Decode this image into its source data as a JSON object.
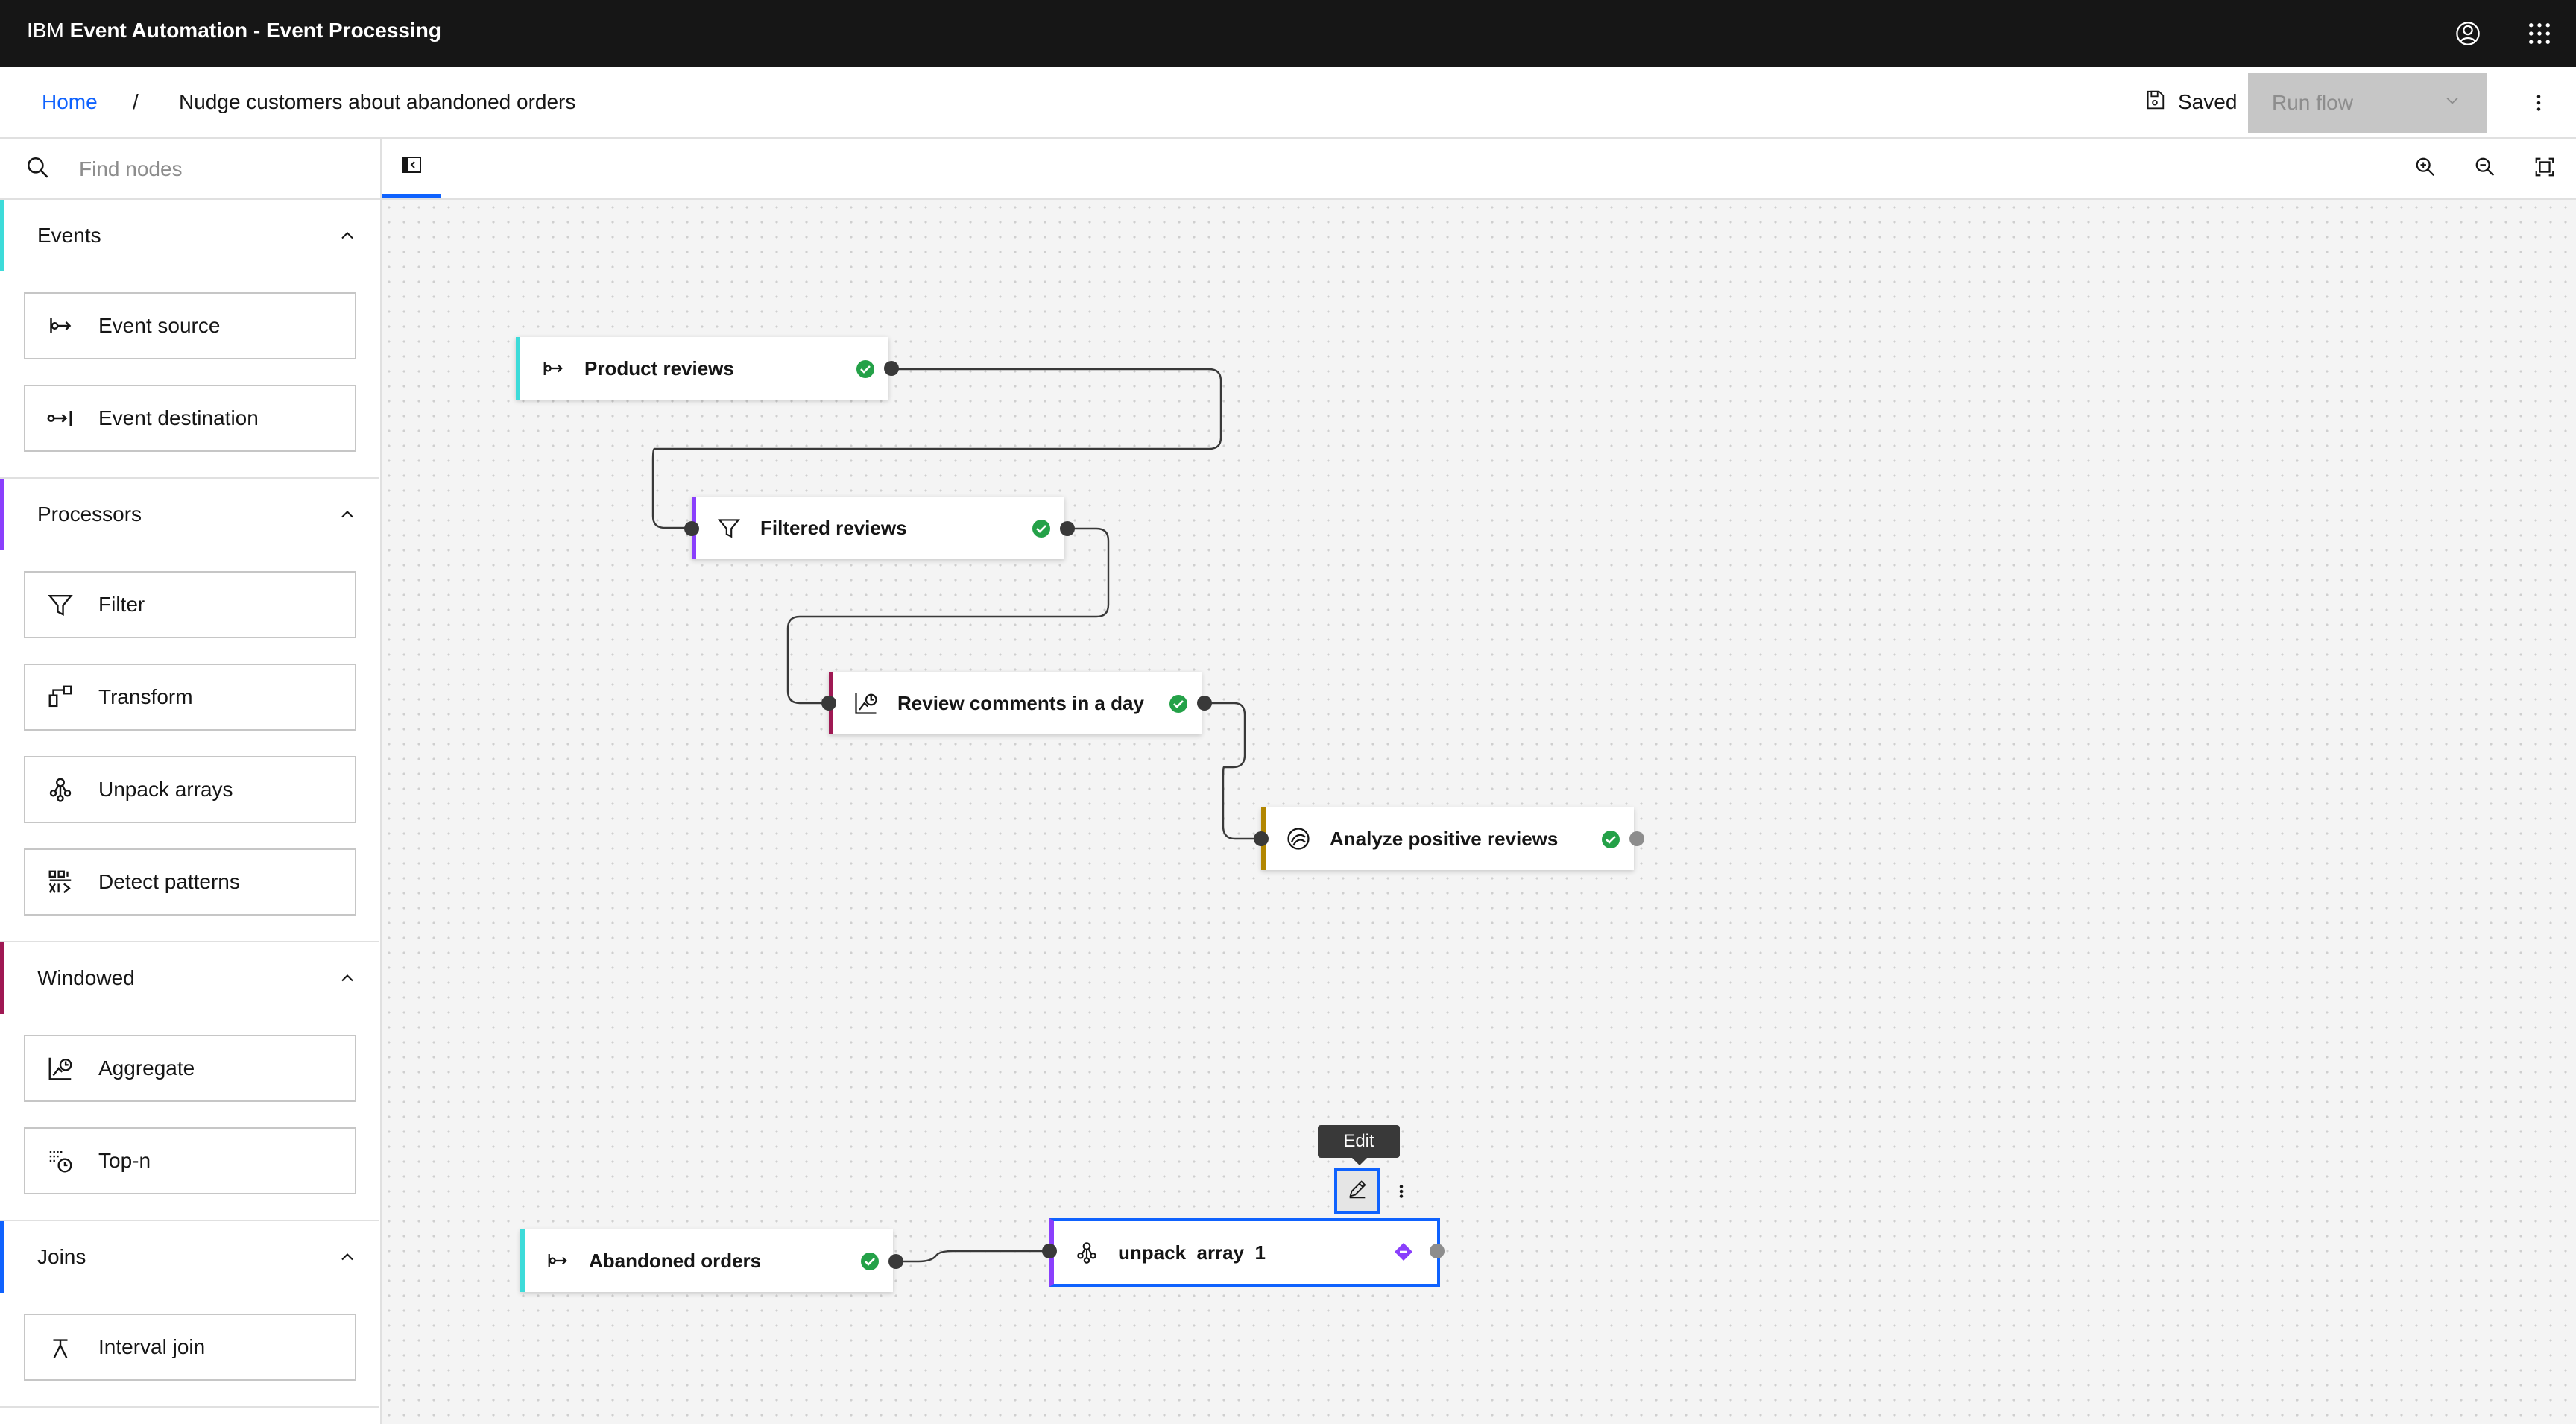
{
  "header": {
    "brand_prefix": "IBM",
    "brand_name": "Event Automation - Event Processing",
    "icons": [
      "user-avatar-icon",
      "app-switcher-icon"
    ]
  },
  "breadcrumb": {
    "home": "Home",
    "separator": "/",
    "current": "Nudge customers about abandoned orders"
  },
  "actions": {
    "saved_label": "Saved",
    "run_flow_label": "Run flow"
  },
  "search": {
    "placeholder": "Find nodes"
  },
  "sidebar": {
    "categories": [
      {
        "label": "Events",
        "color": "#3ddbd9",
        "items": [
          {
            "label": "Event source",
            "icon": "event-source-icon"
          },
          {
            "label": "Event destination",
            "icon": "event-destination-icon"
          }
        ]
      },
      {
        "label": "Processors",
        "color": "#8a3ffc",
        "items": [
          {
            "label": "Filter",
            "icon": "filter-icon"
          },
          {
            "label": "Transform",
            "icon": "transform-icon"
          },
          {
            "label": "Unpack arrays",
            "icon": "unpack-arrays-icon"
          },
          {
            "label": "Detect patterns",
            "icon": "detect-patterns-icon"
          }
        ]
      },
      {
        "label": "Windowed",
        "color": "#9f1853",
        "items": [
          {
            "label": "Aggregate",
            "icon": "aggregate-icon"
          },
          {
            "label": "Top-n",
            "icon": "top-n-icon"
          }
        ]
      },
      {
        "label": "Joins",
        "color": "#0f62fe",
        "items": [
          {
            "label": "Interval join",
            "icon": "interval-join-icon"
          }
        ]
      }
    ]
  },
  "canvas": {
    "nodes": [
      {
        "id": "product-reviews",
        "label": "Product reviews",
        "type": "event-source",
        "color": "#3ddbd9",
        "status": "valid"
      },
      {
        "id": "filtered-reviews",
        "label": "Filtered reviews",
        "type": "filter",
        "color": "#8a3ffc",
        "status": "valid"
      },
      {
        "id": "review-comments",
        "label": "Review comments in a day",
        "type": "aggregate",
        "color": "#9f1853",
        "status": "valid"
      },
      {
        "id": "analyze-positive",
        "label": "Analyze positive reviews",
        "type": "ai",
        "color": "#b28600",
        "status": "valid"
      },
      {
        "id": "abandoned-orders",
        "label": "Abandoned orders",
        "type": "event-source",
        "color": "#3ddbd9",
        "status": "valid"
      },
      {
        "id": "unpack-array-1",
        "label": "unpack_array_1",
        "type": "unpack-arrays",
        "color": "#8a3ffc",
        "status": "incomplete",
        "selected": true
      }
    ],
    "tooltip": "Edit"
  },
  "colors": {
    "accent": "#0f62fe",
    "valid": "#24a148",
    "incomplete": "#8a3ffc"
  }
}
